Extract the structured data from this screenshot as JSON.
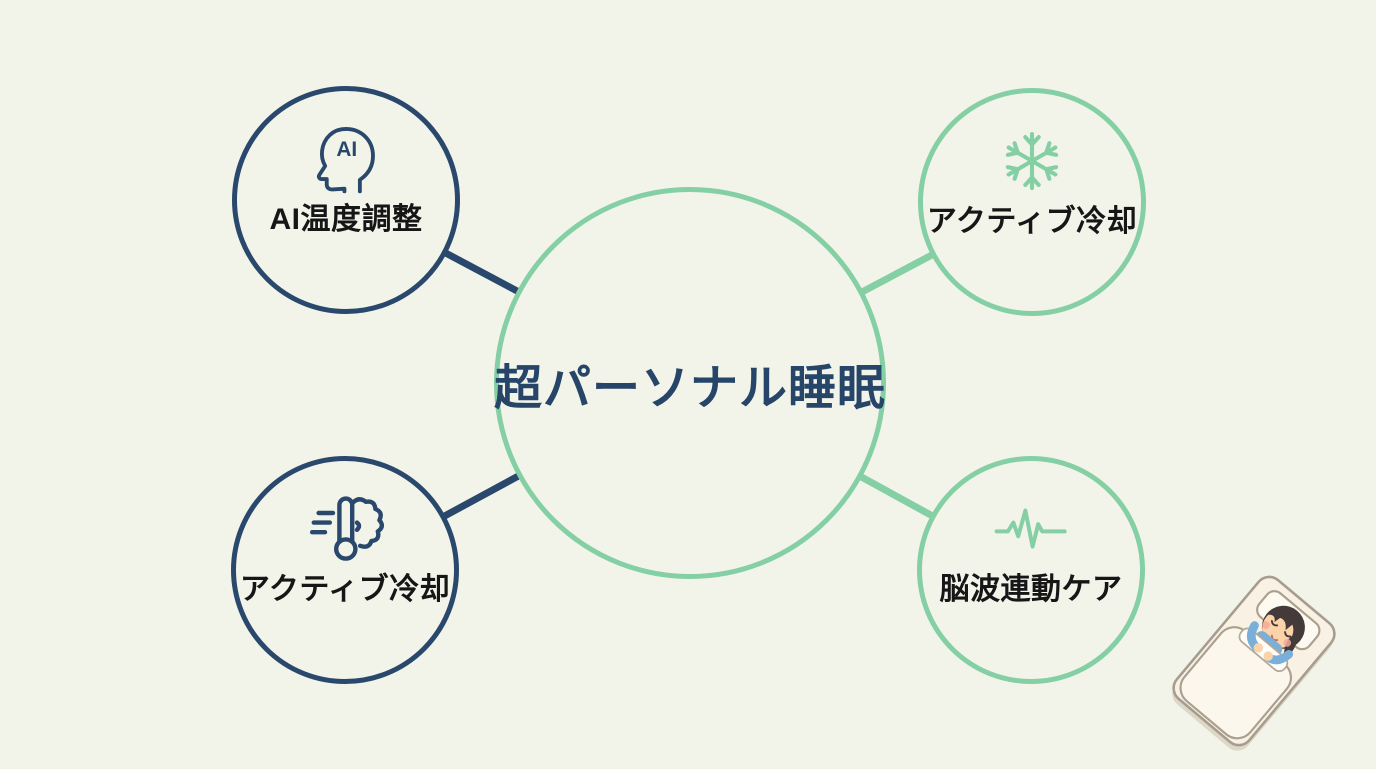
{
  "title": "超パーソナル睡眠 radial diagram",
  "colors": {
    "background": "#f2f4ea",
    "navy": "#29486c",
    "green": "#85cfa4",
    "center_text": "#264569",
    "label_text": "#161616"
  },
  "center": {
    "label": "超パーソナル睡眠"
  },
  "nodes": [
    {
      "position": "top-left",
      "label": "AI温度調整",
      "icon": "ai-head-icon",
      "icon_text": "AI",
      "accent": "#29486c"
    },
    {
      "position": "top-right",
      "label": "アクティブ冷却",
      "icon": "snowflake-icon",
      "accent": "#85cfa4"
    },
    {
      "position": "bottom-left",
      "label": "アクティブ冷却",
      "icon": "thermometer-brain-icon",
      "accent": "#29486c"
    },
    {
      "position": "bottom-right",
      "label": "脳波連動ケア",
      "icon": "brainwave-icon",
      "accent": "#85cfa4"
    }
  ],
  "illustration": {
    "name": "sleeping-person-in-bed"
  }
}
